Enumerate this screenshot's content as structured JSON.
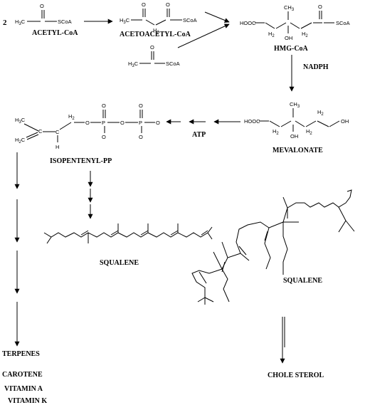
{
  "labels": {
    "coefficient": "2",
    "acetyl_coa": "ACETYL-CoA",
    "acetoacetyl_coa": "ACETOACETYL-CoA",
    "hmg_coa": "HMG-CoA",
    "nadph": "NADPH",
    "mevalonate": "MEVALONATE",
    "atp": "ATP",
    "isopentenyl_pp": "ISOPENTENYL-PP",
    "squalene_linear": "SQUALENE",
    "squalene_folded": "SQUALENE",
    "terpenes": "TERPENES",
    "carotene": "CAROTENE",
    "vitamin_a": "VITAMIN A",
    "vitamin_k": "VITAMIN K",
    "cholesterol": "CHOLE STEROL"
  },
  "atoms": {
    "h3c": "H",
    "h3c_sub": "3",
    "h3c_c": "C",
    "c": "C",
    "o": "O",
    "scoa": "SCoA",
    "h": "H",
    "h2": "H",
    "h2_sub": "2",
    "ch3": "CH",
    "ch3_sub": "3",
    "oh": "OH",
    "hooc": "HOOC",
    "p": "P",
    "h2c": "H",
    "h2c_sub": "2",
    "h2c_c": "C"
  }
}
